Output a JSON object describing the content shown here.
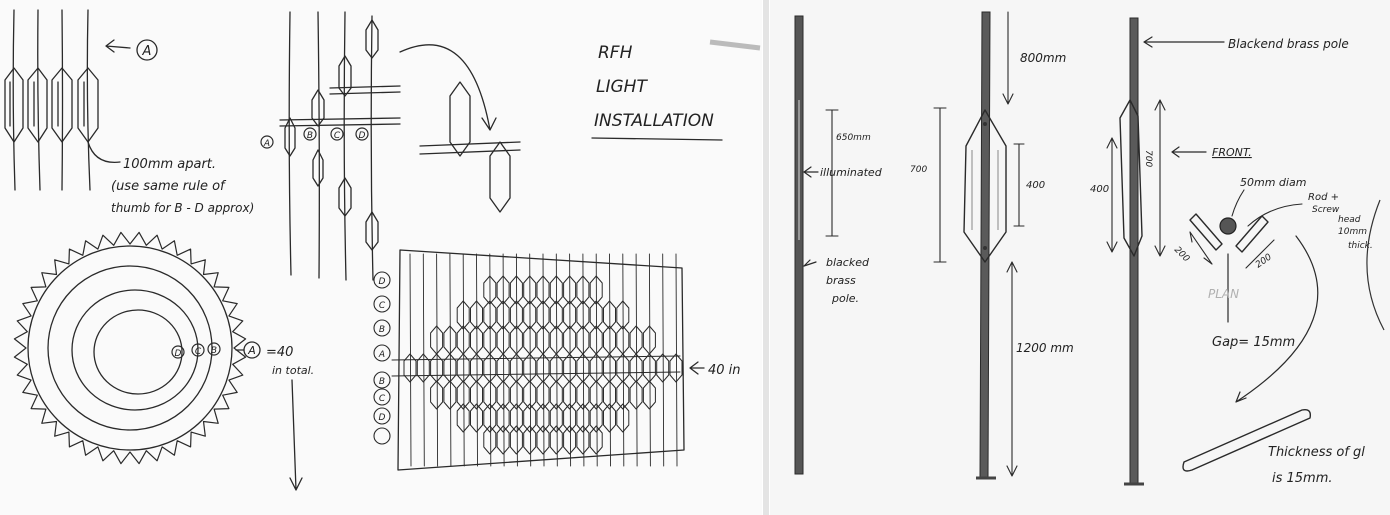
{
  "left_sheet": {
    "title_lines": [
      "RFH",
      "LIGHT",
      "INSTALLATION"
    ],
    "top_marker": "A",
    "spacing_note_lines": [
      "100mm apart.",
      "(use same rule of",
      "thumb for B - D approx)"
    ],
    "column_markers": [
      "A",
      "B",
      "C",
      "D"
    ],
    "ring_markers": [
      "D",
      "C",
      "B",
      "A"
    ],
    "ring_total_lines": [
      "=40",
      "in total."
    ],
    "grid_row_markers": [
      "D",
      "C",
      "B",
      "A",
      "B",
      "C",
      "D"
    ],
    "grid_note": "40 in"
  },
  "right_sheet": {
    "pole_label_top": "Blackend brass pole",
    "illuminated_label": "illuminated",
    "pole_label_left_lines": [
      "blacked",
      "brass",
      "pole."
    ],
    "dim_top": "800mm",
    "dim_650": "650mm",
    "dim_700": "700",
    "dim_400": "400",
    "dim_1200": "1200 mm",
    "dim_side_400": "400",
    "dim_side_700": "700",
    "front_label": "FRONT.",
    "dia_label": "50mm diam",
    "rod_label_lines": [
      "Rod +",
      "Screw",
      "head",
      "10mm",
      "thick."
    ],
    "dim_200_left": "200",
    "dim_200_right": "200",
    "plan_label": "PLAN",
    "gap_label": "Gap= 15mm",
    "thickness_lines": [
      "Thickness of gl",
      "is 15mm."
    ]
  }
}
